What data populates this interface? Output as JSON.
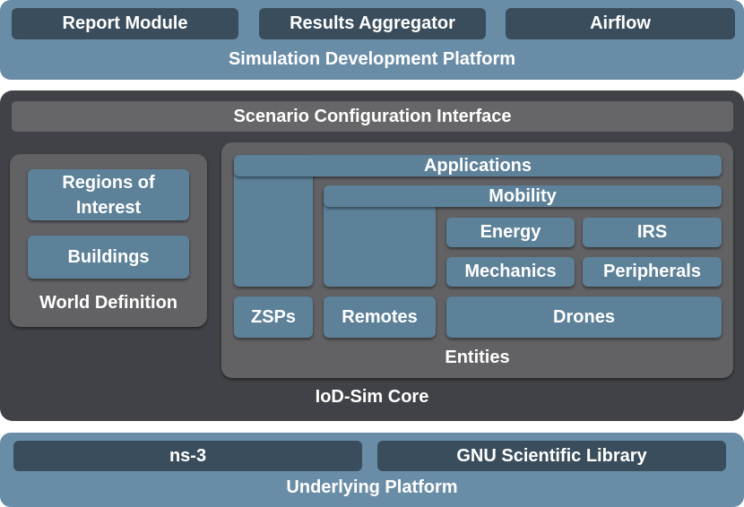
{
  "simulation_platform": {
    "title": "Simulation Development Platform",
    "modules": [
      "Report Module",
      "Results Aggregator",
      "Airflow"
    ]
  },
  "core": {
    "title": "IoD-Sim Core",
    "scenario_interface": "Scenario Configuration Interface",
    "world_definition": {
      "title": "World Definition",
      "items": [
        "Regions of Interest",
        "Buildings"
      ]
    },
    "entities": {
      "title": "Entities",
      "applications": "Applications",
      "mobility": "Mobility",
      "energy": "Energy",
      "irs": "IRS",
      "mechanics": "Mechanics",
      "peripherals": "Peripherals",
      "zsps": "ZSPs",
      "remotes": "Remotes",
      "drones": "Drones"
    }
  },
  "underlying_platform": {
    "title": "Underlying Platform",
    "modules": [
      "ns-3",
      "GNU Scientific Library"
    ]
  },
  "colors": {
    "platform_blue": "#6a8da7",
    "platform_module": "#3a4d5c",
    "core_bg": "#414247",
    "gray_panel": "#626265",
    "component_blue": "#5d8199"
  }
}
